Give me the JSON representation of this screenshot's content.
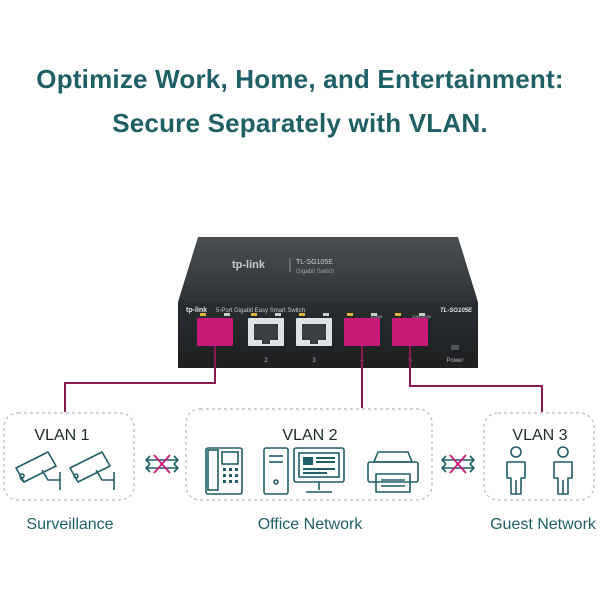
{
  "headline": {
    "line1": "Optimize Work, Home, and Entertainment:",
    "line2": "Secure Separately with VLAN."
  },
  "switch": {
    "brand_top": "tp-link",
    "model_top": "TL-SG105E",
    "model_top_sub": "Gigabit Switch",
    "brand_front": "tp-link",
    "description": "5-Port Gigabit Easy Smart Switch",
    "model_front": "TL-SG105E",
    "led_label_1": "1000M",
    "led_label_2": "10M/100M",
    "power_label": "Power",
    "port_numbers": [
      "1",
      "2",
      "3",
      "4",
      "5"
    ]
  },
  "groups": [
    {
      "title": "VLAN 1",
      "caption": "Surveillance"
    },
    {
      "title": "VLAN 2",
      "caption": "Office Network"
    },
    {
      "title": "VLAN 3",
      "caption": "Guest Network"
    }
  ],
  "colors": {
    "heading": "#1f5f66",
    "accent_magenta": "#c81b78",
    "link_line": "#8a1a4f",
    "switch_body": "#2b2e31",
    "icon_stroke": "#1f5f66",
    "dashed_border": "#b8bcc0"
  },
  "icons": [
    "security-camera-icon",
    "ip-phone-icon",
    "desktop-computer-icon",
    "printer-icon",
    "guest-user-icon",
    "blocked-traffic-icon"
  ]
}
